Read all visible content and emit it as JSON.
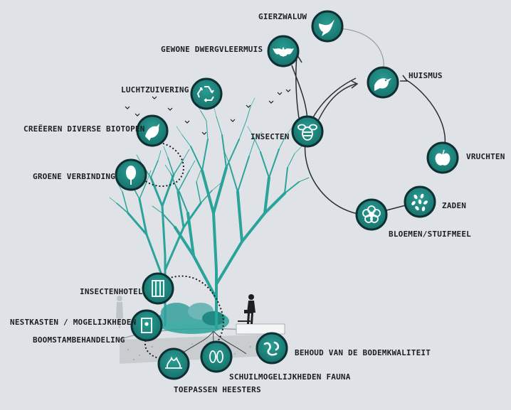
{
  "colors": {
    "background": "#dfe3e7",
    "icon_fill": "#1f8a82",
    "icon_ring": "#0f2f33",
    "icon_glyph": "#ffffff",
    "tree": "#2aa39a",
    "line": "#1b1f22",
    "text": "#1b1f22"
  },
  "nodes": {
    "gierzwaluw": {
      "label": "GIERZWALUW",
      "icon": "swallow-icon"
    },
    "dwergvleermuis": {
      "label": "GEWONE DWERGVLEERMUIS",
      "icon": "bat-icon"
    },
    "huismus": {
      "label": "HUISMUS",
      "icon": "sparrow-icon"
    },
    "insecten": {
      "label": "INSECTEN",
      "icon": "bee-icon"
    },
    "vruchten": {
      "label": "VRUCHTEN",
      "icon": "apple-icon"
    },
    "zaden": {
      "label": "ZADEN",
      "icon": "seeds-icon"
    },
    "bloemen": {
      "label": "BLOEMEN/STUIFMEEL",
      "icon": "flower-icon"
    },
    "luchtzuivering": {
      "label": "LUCHTZUIVERING",
      "icon": "recycle-icon"
    },
    "biotopen": {
      "label": "CREËEREN DIVERSE BIOTOPEN",
      "icon": "bird-icon"
    },
    "verbinding": {
      "label": "GROENE VERBINDING",
      "icon": "tree-icon"
    },
    "insectenhotel": {
      "label": "INSECTENHOTEL",
      "icon": "insect-hotel-icon"
    },
    "nestkasten": {
      "label": "NESTKASTEN / MOGELIJKHEDEN",
      "icon": "nest-box-icon"
    },
    "boomstam": {
      "label": "BOOMSTAMBEHANDELING"
    },
    "heesters": {
      "label": "TOEPASSEN HEESTERS",
      "icon": "shrub-icon"
    },
    "schuil": {
      "label": "SCHUILMOGELIJKHEDEN FAUNA",
      "icon": "shelter-icon"
    },
    "bodem": {
      "label": "BEHOUD VAN DE BODEMKWALITEIT",
      "icon": "soil-icon"
    }
  }
}
